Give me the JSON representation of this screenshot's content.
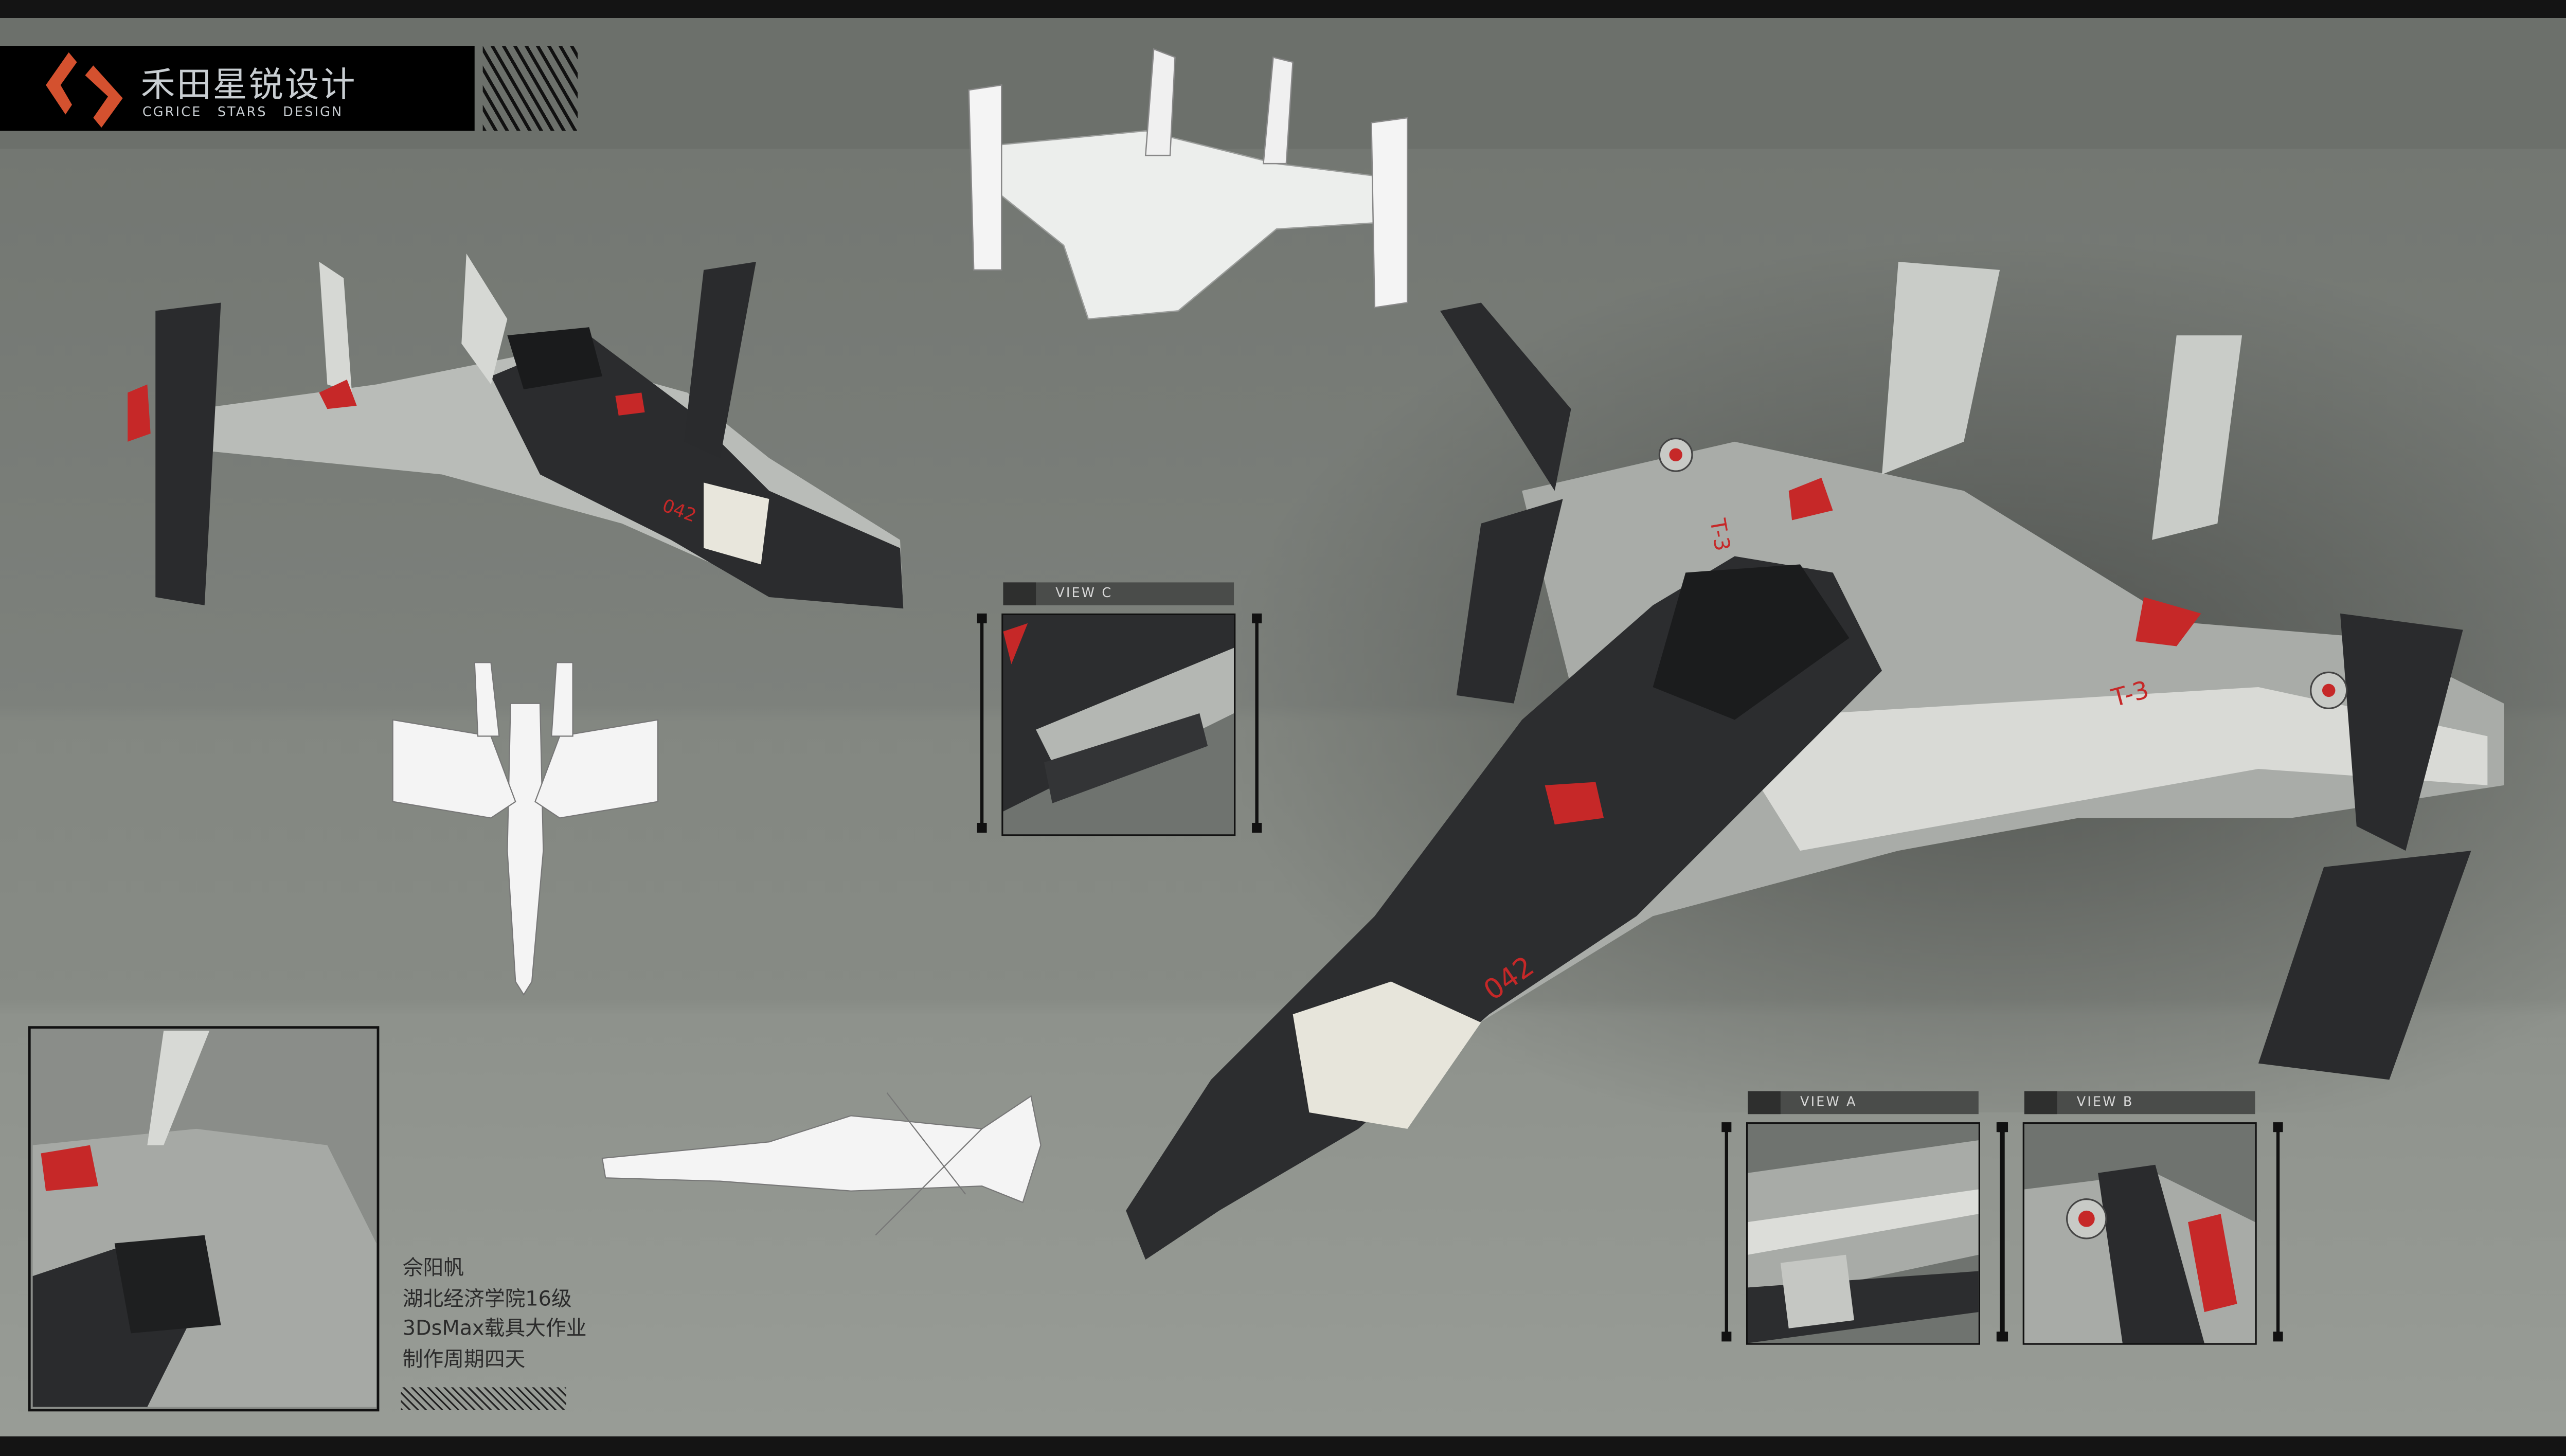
{
  "brand": {
    "name_cn": "禾田星锐设计",
    "name_en": "CGRICE  STARS  DESIGN",
    "logo_color": "#d4512f"
  },
  "views": [
    {
      "label": "VIEW C"
    },
    {
      "label": "VIEW A"
    },
    {
      "label": "VIEW B"
    }
  ],
  "ship_markings": {
    "hull_number": "042",
    "wing_code": "T-3",
    "accent_color": "#d42a2a"
  },
  "author_info": {
    "lines": [
      "佘阳帆",
      "湖北经济学院16级",
      "3DsMax载具大作业",
      "制作周期四天"
    ]
  }
}
